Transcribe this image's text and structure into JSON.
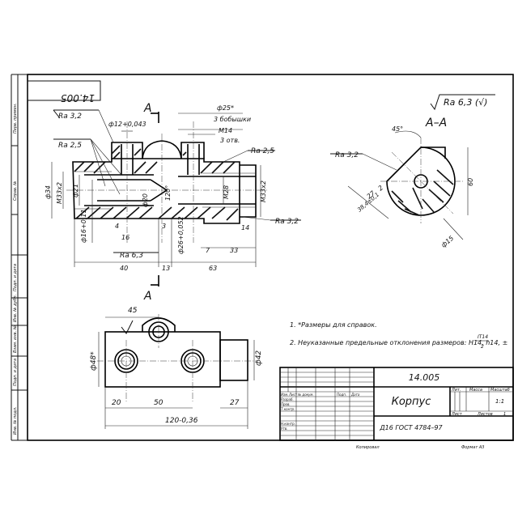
{
  "sheet": {
    "doc_number_rotated": "14.005",
    "side_labels": [
      "Перв. примен.",
      "Справ. №",
      "Подп. и дата",
      "Инв. № дубл.",
      "Взам. инв. №",
      "Подп. и дата",
      "Инв. № подл."
    ]
  },
  "roughness": {
    "general": "Ra 6,3 (√)",
    "labels": [
      "Ra 3,2",
      "Ra 2,5",
      "Ra 2,5",
      "Ra 3,2",
      "Ra 6,3",
      "Ra 3,2"
    ]
  },
  "section_labels": {
    "cut_top": "A",
    "cut_bottom": "A",
    "section_view": "A–A"
  },
  "front_view": {
    "dims": {
      "d_top": "ф12+0,043",
      "d25": "ф25*",
      "bosses": "3 бобышки",
      "m14": "M14",
      "m14_holes": "3 отв.",
      "d34": "ф34",
      "m33_left": "M33x2",
      "d21": "ф21",
      "d16": "ф16+0,11",
      "d20": "ф20",
      "angle120": "120°",
      "m28": "M28",
      "m33_right": "M33x2",
      "d26": "ф26+0,052",
      "d4": "4",
      "d16b": "16",
      "d3": "3",
      "d7": "7",
      "d33": "33",
      "d14": "14",
      "d40": "40",
      "d13": "13",
      "d63": "63"
    }
  },
  "section_view": {
    "dims": {
      "angle45": "45°",
      "d60": "60",
      "d27": "27",
      "d2": "2",
      "d38": "38,4±0,1",
      "d15": "ф15"
    }
  },
  "top_view": {
    "dims": {
      "d45": "45",
      "d48": "ф48*",
      "d42": "ф42",
      "d20": "20",
      "d50": "50",
      "d27": "27",
      "d120": "120-0,36"
    }
  },
  "notes": [
    "1. *Размеры для справок.",
    "2. Неуказанные предельные отклонения размеров: H14, h14, ±",
    "IT14",
    "2"
  ],
  "title_block": {
    "designation": "14.005",
    "name": "Корпус",
    "material": "Д16 ГОСТ 4784–97",
    "col_lit": "Лит.",
    "col_mass": "Масса",
    "col_scale": "Масштаб",
    "scale": "1:1",
    "sheet_label": "Лист",
    "sheets_label": "Листов",
    "sheets_count": "1",
    "rows": [
      "Изм.",
      "Лист",
      "№ докум.",
      "Подп.",
      "Дата",
      "Разраб.",
      "Пров.",
      "Т.контр.",
      "Н.контр.",
      "Утв."
    ],
    "copied": "Копировал",
    "format": "Формат   А3"
  }
}
